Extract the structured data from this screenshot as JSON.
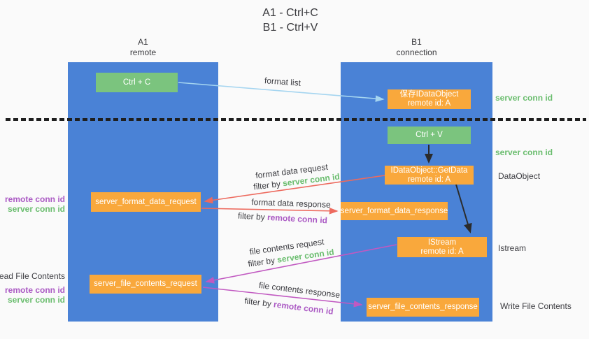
{
  "title": {
    "line1": "A1 - Ctrl+C",
    "line2": "B1 - Ctrl+V"
  },
  "columns": {
    "left": {
      "name": "A1",
      "role": "remote"
    },
    "right": {
      "name": "B1",
      "role": "connection"
    }
  },
  "nodes": {
    "ctrl_c": {
      "label": "Ctrl + C"
    },
    "ctrl_v": {
      "label": "Ctrl + V"
    },
    "save_idataobject": {
      "line1": "保存IDataObject",
      "line2": "remote id: A"
    },
    "getdata": {
      "line1": "IDataObject::GetData",
      "line2": "remote id: A"
    },
    "format_request": {
      "label": "server_format_data_request"
    },
    "format_response": {
      "label": "server_format_data_response"
    },
    "istream": {
      "line1": "IStream",
      "line2": "remote id: A"
    },
    "file_request": {
      "label": "server_file_contents_request"
    },
    "file_response": {
      "label": "server_file_contents_response"
    }
  },
  "side_labels": {
    "server_conn_id": "server conn id",
    "remote_conn_id": "remote conn id",
    "data_object": "DataObject",
    "istream": "Istream",
    "read_file_contents": "Read File Contents",
    "write_file_contents": "Write File Contents"
  },
  "arrow_labels": {
    "format_list": "format list",
    "format_data_request": "format data request",
    "format_data_response": "format data response",
    "file_contents_request": "file contents request",
    "file_contents_response": "file contents response",
    "filter_by": "filter by"
  },
  "colors": {
    "column_blue": "#4a82d6",
    "node_green": "#7bc47e",
    "node_orange": "#f9a83c",
    "arrow_blue": "#a5d5f0",
    "arrow_red": "#ed6a5e",
    "arrow_magenta": "#c159c1",
    "arrow_black": "#2b2b2b",
    "label_green": "#6abd6e",
    "label_purple": "#ab5ac4",
    "text_dark": "#3d3d42",
    "background": "#fafafa"
  }
}
